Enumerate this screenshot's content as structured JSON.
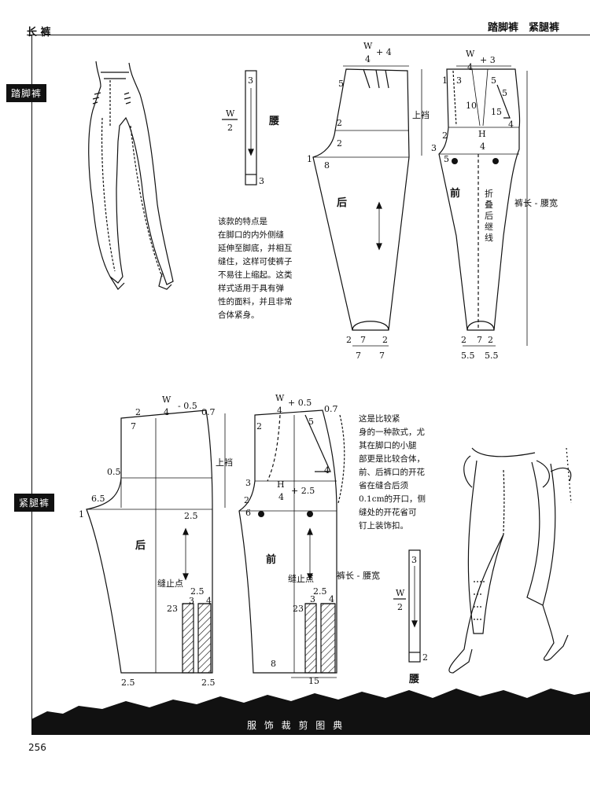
{
  "header": {
    "left": "长 裤",
    "right": "踏脚裤　紧腿裤"
  },
  "sections": {
    "top_label": "踏脚裤",
    "bottom_label": "紧腿裤"
  },
  "top": {
    "description": [
      "该款的特点是",
      "在脚口的内外侧缝",
      "延伸至脚底，并相互",
      "缝住，这样可使裤子",
      "不易往上缩起。这类",
      "样式适用于具有弹",
      "性的面料，并且非常",
      "合体紧身。"
    ],
    "waistband": {
      "label": "腰",
      "frac_num": "W",
      "frac_den": "2",
      "n1": "3",
      "n2": "3"
    },
    "back": {
      "label": "后",
      "top_num": "W",
      "top_den": "4",
      "top_plus": "+ 4",
      "rise": "上裆",
      "n5": "5",
      "n2a": "2",
      "n2b": "2",
      "n1": "1",
      "n8": "8",
      "n2c": "2",
      "n7a": "7",
      "n2d": "2",
      "n7b": "7",
      "n7c": "7"
    },
    "front": {
      "label": "前",
      "top_num": "W",
      "top_den": "4",
      "top_plus": "+ 3",
      "h_num": "H",
      "h_den": "4",
      "n1": "1",
      "n3a": "3",
      "n5a": "5",
      "n5b": "5",
      "n10": "10",
      "n15": "15",
      "n4": "4",
      "n2": "2",
      "n3b": "3",
      "n5c": "5",
      "n2e": "2",
      "n2f": "2",
      "n7": "7",
      "fold": "折叠后继线",
      "length": "裤长 - 腰宽",
      "n55a": "5.5",
      "n55b": "5.5"
    }
  },
  "bottom": {
    "description": [
      "这是比较紧",
      "身的一种款式，尤",
      "其在脚口的小腿",
      "部更是比较合体，",
      "前、后裤口的开花",
      "省在缝合后须",
      "0.1cm的开口，侧",
      "缝处的开花省可",
      "钉上装饰扣。"
    ],
    "back": {
      "label": "后",
      "top_num": "W",
      "top_den": "4",
      "top_minus": "- 0.5",
      "n07": "0.7",
      "n2": "2",
      "n7": "7",
      "n05": "0.5",
      "n65": "6.5",
      "n1": "1",
      "n25a": "2.5",
      "rise": "上裆",
      "stop": "缝止点",
      "n25b": "2.5",
      "n23": "23",
      "n3": "3",
      "n4": "4",
      "n25c": "2.5",
      "n25d": "2.5"
    },
    "front": {
      "label": "前",
      "top_num": "W",
      "top_den": "4",
      "top_plus": "+ 0.5",
      "n07": "0.7",
      "n2": "2",
      "n5": "5",
      "n3": "3",
      "h_num": "H",
      "h_den": "4",
      "h_plus": "+ 2.5",
      "n4": "4",
      "n2b": "2",
      "n6": "6",
      "stop": "缝止点",
      "n25": "2.5",
      "n23": "23",
      "n3b": "3",
      "n4b": "4",
      "n8": "8",
      "n15": "15",
      "length": "裤长 - 腰宽"
    },
    "waistband": {
      "label": "腰",
      "frac_num": "W",
      "frac_den": "2",
      "n1": "3",
      "n2": "2"
    }
  },
  "footer": {
    "title": "服 饰 裁 剪 图 典",
    "page": "256"
  }
}
